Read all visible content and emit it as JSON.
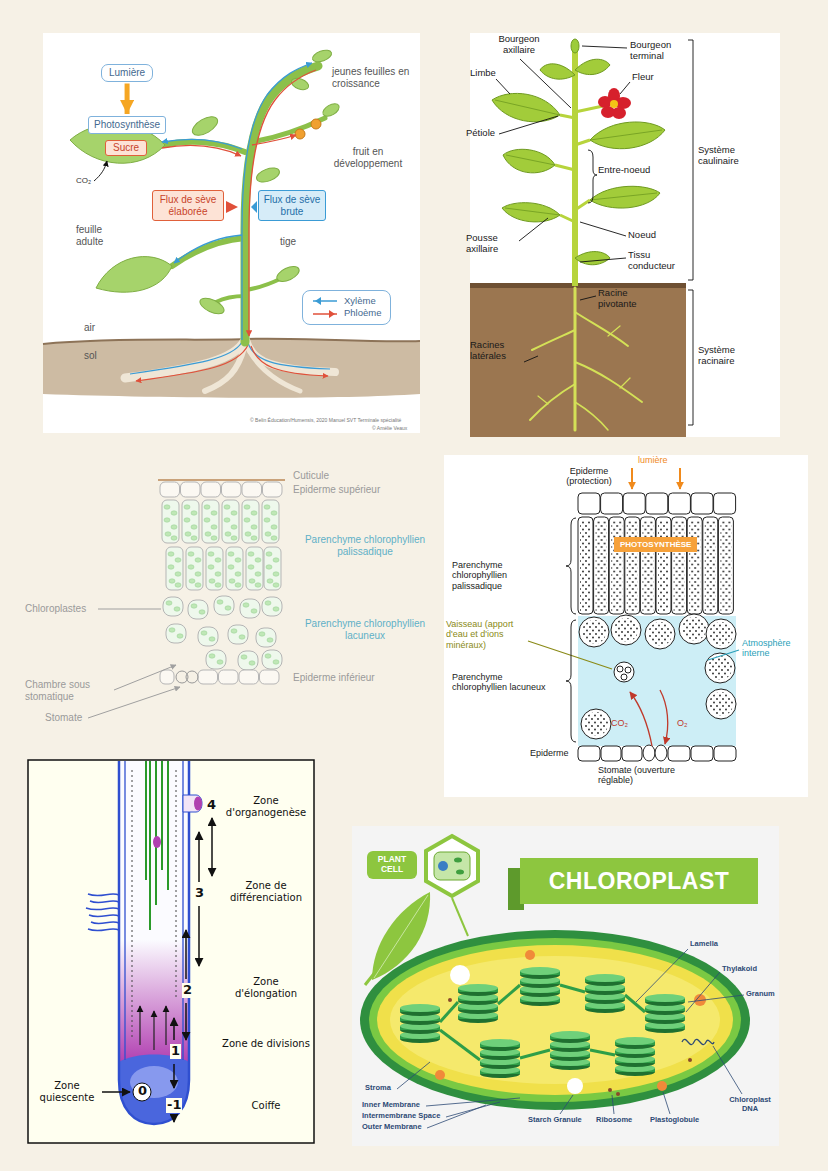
{
  "diagram": {
    "nodes": [
      {
        "text": [
          "Lumière"
        ]
      },
      {
        "text": [
          "Photosynthèse"
        ]
      },
      {
        "text": [
          "Sucre"
        ]
      },
      {
        "text": [
          "Flux de sève élaborée"
        ]
      },
      {
        "text": [
          "Flux de sève brute"
        ]
      },
      {
        "text": [
          "PHOTOSYNTHÈSE"
        ]
      },
      {
        "text": [
          "PLANT CELL"
        ]
      },
      {
        "text": [
          "CHLOROPLAST"
        ]
      }
    ],
    "edges": [
      {
        "from": 0,
        "to": 1,
        "arrow": "to"
      }
    ],
    "labels": [
      "jeunes feuilles en croissance",
      "fruit en développement",
      "CO₂",
      "feuille adulte",
      "tige",
      "air",
      "sol",
      "© Belin Éducation/Humensis, 2020 Manuel SVT Terminale spécialité",
      "© Amélie Veaux",
      "Bourgeon axillaire",
      "Bourgeon terminal",
      "Limbe",
      "Fleur",
      "Pétiole",
      "Système caulinaire",
      "Entre-noeud",
      "Pousse axillaire",
      "Noeud",
      "Tissu conducteur",
      "Racine pivotante",
      "Racines latérales",
      "Système racinaire",
      "Cuticule",
      "Epiderme supérieur",
      "Parenchyme chlorophyllien palissadique",
      "Chloroplastes",
      "Parenchyme chlorophyllien lacuneux",
      "Chambre sous stomatique",
      "Epiderme inférieur",
      "Stomate",
      "lumière",
      "Epiderme (protection)",
      "Parenchyme chlorophyllien palissadique",
      "Vaisseau (apport d'eau et d'ions minéraux)",
      "Atmosphère interne",
      "Parenchyme chlorophyllien lacuneux",
      "CO₂",
      "O₂",
      "Epiderme",
      "Stomate (ouverture réglable)",
      "4",
      "Zone d'organogenèse",
      "3",
      "Zone de différenciation",
      "2",
      "Zone d'élongation",
      "1",
      "Zone de divisions",
      "Zone quiescente",
      "0",
      "-1",
      "Coiffe",
      "Lamella",
      "Thylakoid",
      "Granum",
      "Stroma",
      "Inner Membrane",
      "Intermembrane Space",
      "Outer Membrane",
      "Starch Granule",
      "Ribosome",
      "Plastoglobule",
      "Chloroplast DNA"
    ],
    "legend": [
      {
        "text": "Xylème"
      },
      {
        "text": "Phloème"
      }
    ]
  }
}
